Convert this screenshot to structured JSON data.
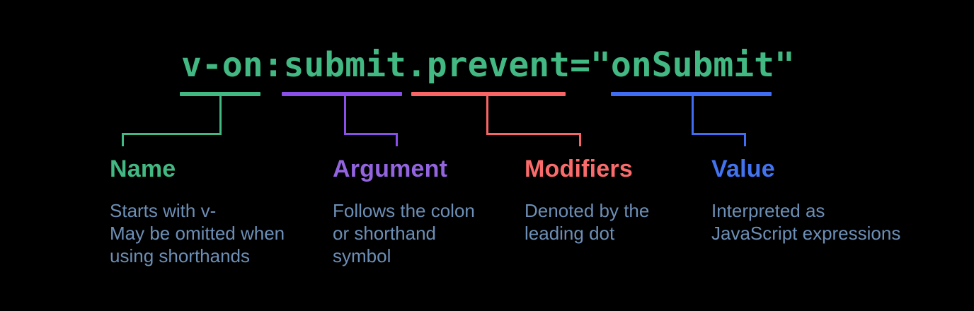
{
  "code": {
    "text": "v-on:submit.prevent=\"onSubmit\""
  },
  "colors": {
    "background": "#000000",
    "green": "#42b883",
    "purple_bar": "#8a4fe8",
    "purple_label": "#9364e0",
    "red": "#f96565",
    "red_label": "#fb6b6b",
    "blue": "#3f6ef4",
    "blue_label": "#4273f0",
    "description": "#6d8fb6"
  },
  "segments": [
    {
      "id": "name",
      "label": "Name",
      "description_lines": [
        "Starts with v-",
        "May be omitted when",
        "using shorthands"
      ]
    },
    {
      "id": "argument",
      "label": "Argument",
      "description_lines": [
        "Follows the colon",
        "or shorthand",
        "symbol"
      ]
    },
    {
      "id": "modifiers",
      "label": "Modifiers",
      "description_lines": [
        "Denoted by the",
        "leading dot"
      ]
    },
    {
      "id": "value",
      "label": "Value",
      "description_lines": [
        "Interpreted as",
        "JavaScript expressions"
      ]
    }
  ]
}
